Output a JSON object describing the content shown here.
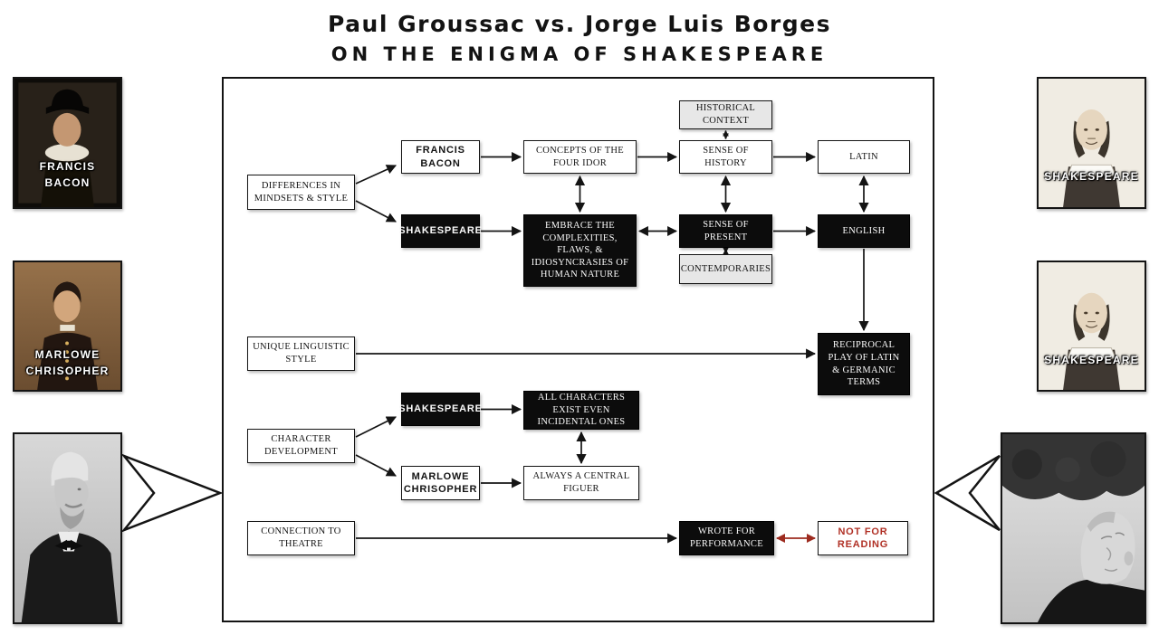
{
  "title": {
    "line1": "Paul Groussac vs. Jorge Luis Borges",
    "line2": "ON THE ENIGMA OF SHAKESPEARE"
  },
  "portraits": {
    "francis_bacon": {
      "line1": "FRANCIS",
      "line2": "BACON"
    },
    "marlowe": {
      "line1": "MARLOWE",
      "line2": "CHRISOPHER"
    },
    "shakespeare_top": {
      "label": "SHAKESPEARE"
    },
    "shakespeare_bottom": {
      "label": "SHAKESPEARE"
    }
  },
  "nodes": {
    "differences": "DIFFERENCES IN MINDSETS & STYLE",
    "francis_bacon": "FRANCIS BACON",
    "concepts_of_idols": "CONCEPTS OF THE FOUR IDOR",
    "historical_context": "HISTORICAL CONTEXT",
    "sense_of_history": "SENSE OF HISTORY",
    "latin": "LATIN",
    "shakespeare_mindset": "SHAKESPEARE",
    "embrace_complexities": "EMBRACE THE COMPLEXITIES, FLAWS, & IDIOSYNCRASIES OF HUMAN NATURE",
    "sense_of_present": "SENSE OF PRESENT",
    "contemporaries": "CONTEMPORARIES",
    "english": "ENGLISH",
    "unique_linguistic_style": "UNIQUE LINGUISTIC STYLE",
    "reciprocal_play": "RECIPROCAL PLAY OF LATIN & GERMANIC TERMS",
    "character_development": "CHARACTER DEVELOPMENT",
    "shakespeare_characters": "SHAKESPEARE",
    "all_characters": "ALL CHARACTERS EXIST EVEN INCIDENTAL ONES",
    "marlowe_characters": "MARLOWE CHRISOPHER",
    "always_central_figure": "ALWAYS A CENTRAL FIGUER",
    "connection_to_theatre": "CONNECTION TO THEATRE",
    "wrote_for_performance": "WROTE FOR PERFORMANCE",
    "not_for_reading": "NOT FOR READING"
  },
  "colors": {
    "black_node_bg": "#0c0c0c",
    "gray_node_bg": "#e7e7e7",
    "accent_red": "#b03025",
    "line_color": "#141414"
  }
}
